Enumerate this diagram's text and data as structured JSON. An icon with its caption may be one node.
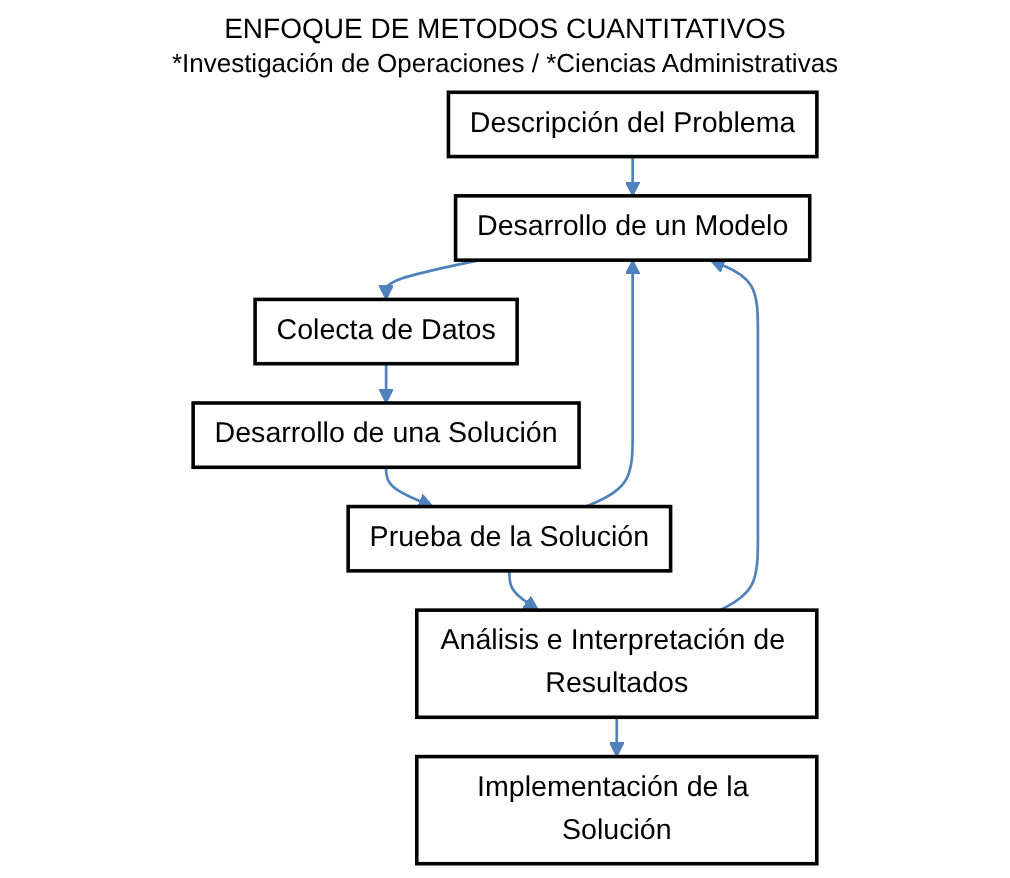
{
  "diagram": {
    "title": "ENFOQUE DE METODOS CUANTITATIVOS",
    "nodes": [
      {
        "text": [
          "Descripción del Problema"
        ]
      },
      {
        "text": [
          "Desarrollo de un Modelo"
        ]
      },
      {
        "text": [
          "Colecta de Datos"
        ]
      },
      {
        "text": [
          "Desarrollo de una Solución"
        ]
      },
      {
        "text": [
          "Prueba de la Solución"
        ]
      },
      {
        "text": [
          "Análisis e Interpretación de Resultados"
        ]
      },
      {
        "text": [
          "Implementación de la Solución"
        ]
      }
    ],
    "edges": [
      {
        "from": 0,
        "to": 1,
        "arrow": "to"
      },
      {
        "from": 1,
        "to": 2,
        "arrow": "to"
      },
      {
        "from": 2,
        "to": 3,
        "arrow": "to"
      },
      {
        "from": 3,
        "to": 4,
        "arrow": "to"
      },
      {
        "from": 4,
        "to": 5,
        "arrow": "to"
      },
      {
        "from": 5,
        "to": 6,
        "arrow": "to"
      },
      {
        "from": 4,
        "to": 1,
        "arrow": "to"
      },
      {
        "from": 5,
        "to": 1,
        "arrow": "to"
      }
    ],
    "labels": [
      "*Investigación de Operaciones / *Ciencias Administrativas"
    ]
  }
}
